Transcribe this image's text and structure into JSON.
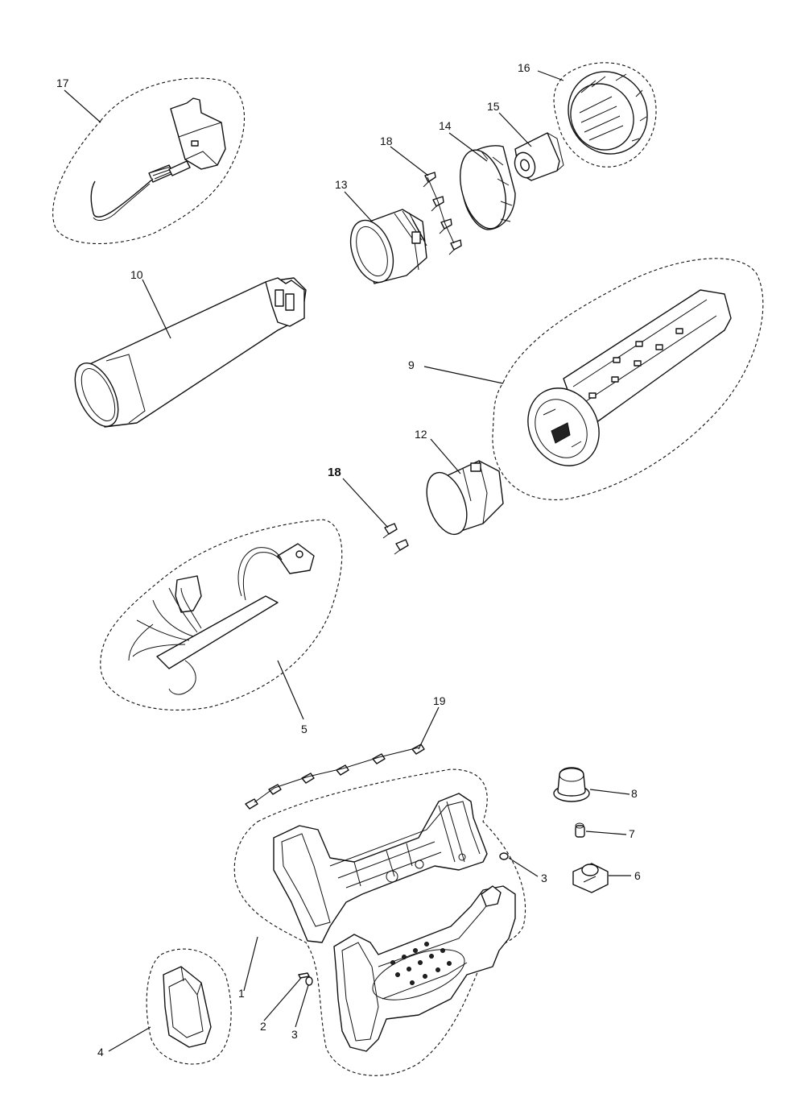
{
  "diagram": {
    "type": "exploded-parts-view",
    "callouts": [
      {
        "id": "c17",
        "label": "17"
      },
      {
        "id": "c16",
        "label": "16"
      },
      {
        "id": "c15",
        "label": "15"
      },
      {
        "id": "c14",
        "label": "14"
      },
      {
        "id": "c18a",
        "label": "18"
      },
      {
        "id": "c13",
        "label": "13"
      },
      {
        "id": "c10",
        "label": "10"
      },
      {
        "id": "c9",
        "label": "9"
      },
      {
        "id": "c12",
        "label": "12"
      },
      {
        "id": "c18b",
        "label": "18"
      },
      {
        "id": "c5",
        "label": "5"
      },
      {
        "id": "c19",
        "label": "19"
      },
      {
        "id": "c8",
        "label": "8"
      },
      {
        "id": "c7",
        "label": "7"
      },
      {
        "id": "c3a",
        "label": "3"
      },
      {
        "id": "c6",
        "label": "6"
      },
      {
        "id": "c1",
        "label": "1"
      },
      {
        "id": "c2",
        "label": "2"
      },
      {
        "id": "c3b",
        "label": "3"
      },
      {
        "id": "c4",
        "label": "4"
      }
    ]
  }
}
